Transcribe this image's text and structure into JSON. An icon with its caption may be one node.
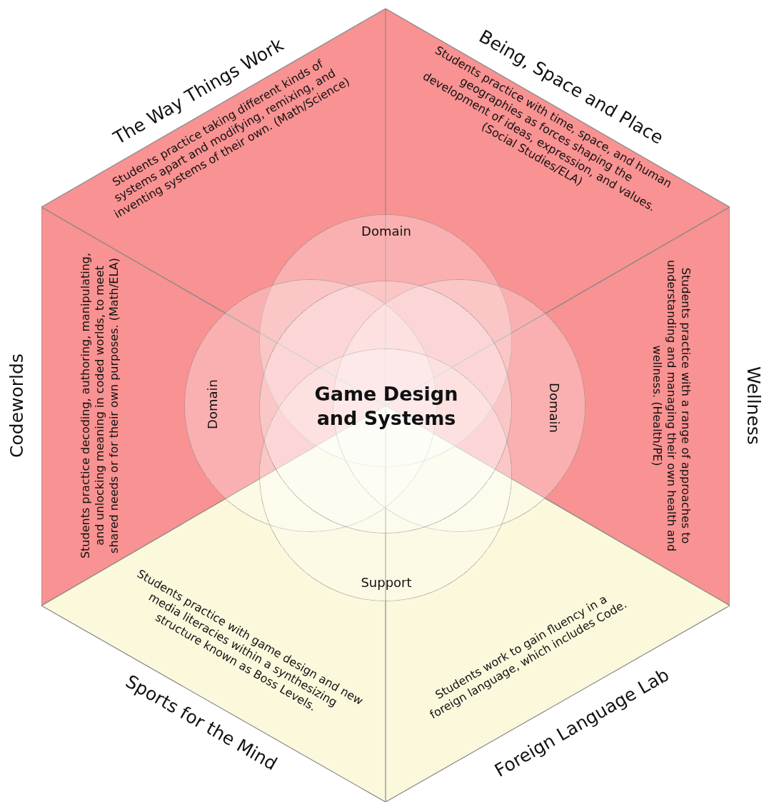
{
  "diagram": {
    "nodes": [
      {
        "text": [
          "The Way Things Work",
          "Students practice taking different kinds of systems apart and modifying, remixing, and inventing systems of their own. (Math/Science)"
        ]
      },
      {
        "text": [
          "Being, Space and Place",
          "Students practice with time, space, and human geographies as forces shaping the development of ideas, expression, and values. (Social Studies/ELA)"
        ]
      },
      {
        "text": [
          "Wellness",
          "Students practice with a range of approaches to understanding and managing their own health and wellness. (Health/PE)"
        ]
      },
      {
        "text": [
          "Foreign Language Lab",
          "Students work to gain fluency in a foreign language, which includes Code."
        ]
      },
      {
        "text": [
          "Sports for the Mind",
          "Students practice with game design and new media literacies within a synthesizing structure known as Boss Levels."
        ]
      },
      {
        "text": [
          "Codeworlds",
          "Students practice decoding, authoring, manipulating, and unlocking meaning in coded worlds, to meet shared needs or for their own purposes. (Math/ELA)"
        ]
      },
      {
        "text": [
          "Domain"
        ]
      },
      {
        "text": [
          "Domain"
        ]
      },
      {
        "text": [
          "Domain"
        ]
      },
      {
        "text": [
          "Support"
        ]
      },
      {
        "text": [
          "Game Design and Systems"
        ]
      }
    ]
  }
}
